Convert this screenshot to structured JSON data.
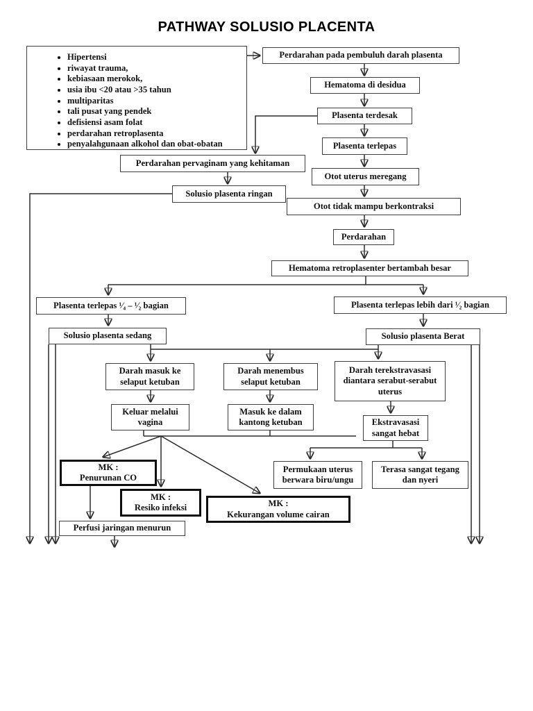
{
  "title": "PATHWAY SOLUSIO PLACENTA",
  "risk_factors": {
    "items": [
      "Hipertensi",
      "riwayat trauma,",
      "kebiasaan merokok,",
      "usia ibu <20 atau >35 tahun",
      "multiparitas",
      "tali pusat yang pendek",
      "defisiensi asam folat",
      "perdarahan retroplasenta",
      "penyalahgunaan alkohol dan obat-obatan"
    ]
  },
  "flow": {
    "perdarahan_pembuluh": "Perdarahan pada pembuluh darah plasenta",
    "hematoma_desidua": "Hematoma di desidua",
    "plasenta_terdesak": "Plasenta terdesak",
    "plasenta_terlepas": "Plasenta terlepas",
    "perdarahan_pervaginam": "Perdarahan pervaginam yang kehitaman",
    "otot_meregang": "Otot uterus meregang",
    "solusio_ringan": "Solusio plasenta ringan",
    "otot_tidak_mampu": "Otot tidak mampu berkontraksi",
    "perdarahan": "Perdarahan",
    "hematoma_retro": "Hematoma retroplasenter bertambah besar",
    "terlepas_seperempat": "Plasenta terlepas ¹⁄₄ – ¹⁄₂ bagian",
    "terlepas_lebih": "Plasenta terlepas lebih dari ¹⁄₂ bagian",
    "solusio_sedang": "Solusio plasenta sedang",
    "solusio_berat": "Solusio plasenta Berat",
    "darah_masuk": "Darah masuk ke selaput ketuban",
    "darah_menembus": "Darah menembus selaput ketuban",
    "darah_terekstravasasi": "Darah terekstravasasi diantara serabut-serabut uterus",
    "keluar_vagina": "Keluar melalui vagina",
    "masuk_kantong": "Masuk ke dalam kantong ketuban",
    "ekstravasasi_hebat": "Ekstravasasi sangat hebat",
    "permukaan_uterus": "Permukaan uterus berwara biru/ungu",
    "terasa_tegang": "Terasa sangat tegang dan nyeri",
    "perfusi_jaringan": "Perfusi jaringan menurun",
    "mk_co": {
      "line1": "MK :",
      "line2": "Penurunan CO"
    },
    "mk_infeksi": {
      "line1": "MK :",
      "line2": "Resiko infeksi"
    },
    "mk_cairan": {
      "line1": "MK :",
      "line2": "Kekurangan volume cairan"
    }
  },
  "colors": {
    "line": "#2a2a2a",
    "box_border": "#3d3d3d",
    "emphasis_border": "#0d0d0d",
    "background": "#ffffff"
  }
}
